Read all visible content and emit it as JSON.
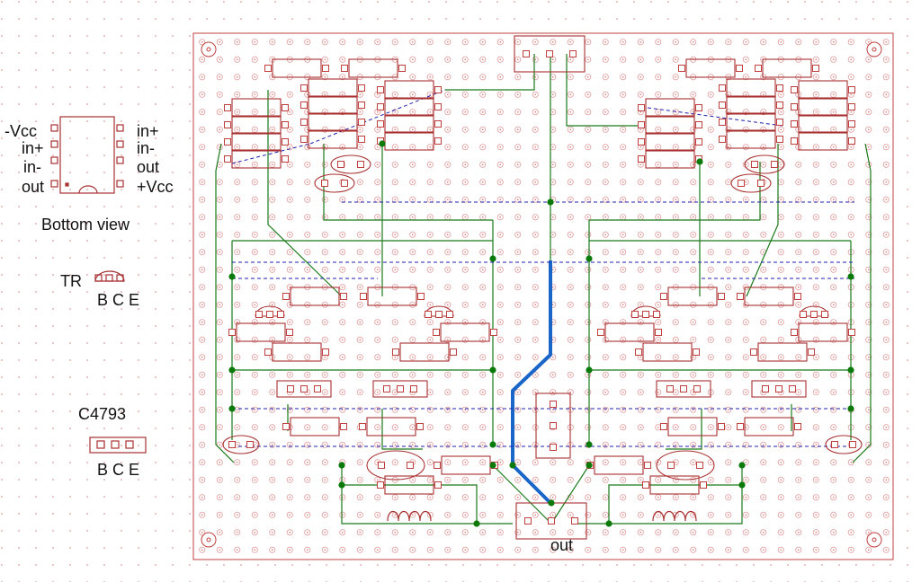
{
  "ic_pinout": {
    "left_pins": [
      "-Vcc",
      "in+",
      "in-",
      "out"
    ],
    "right_pins": [
      "in+",
      "in-",
      "out",
      "+Vcc"
    ],
    "caption": "Bottom view"
  },
  "tr_legend": {
    "name": "TR",
    "pins": "B C E"
  },
  "c4793_legend": {
    "name": "C4793",
    "pins": "B C E"
  },
  "board": {
    "output_label": "out"
  },
  "colors": {
    "grid_dot": "#d08080",
    "pad": "#c04040",
    "component": "#a83030",
    "wire": "#1a7a1a",
    "jumper": "#2020b0",
    "output_trace": "#1a66c8",
    "node": "#0b7a0b"
  }
}
